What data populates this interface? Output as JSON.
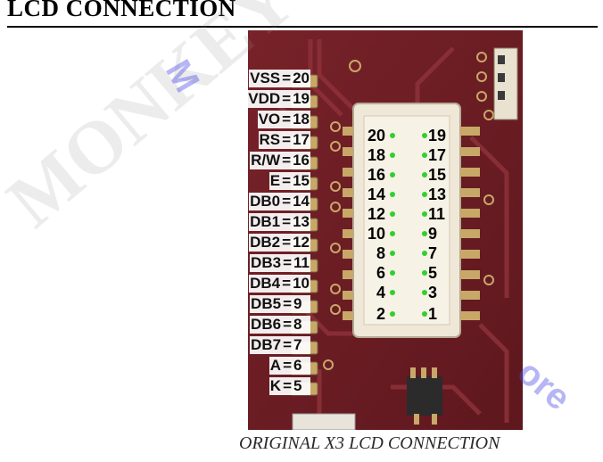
{
  "title": "LCD CONNECTION",
  "caption": "ORIGINAL X3 LCD CONNECTION",
  "pin_map": [
    {
      "signal": "VSS",
      "pin": "20"
    },
    {
      "signal": "VDD",
      "pin": "19"
    },
    {
      "signal": "VO",
      "pin": "18"
    },
    {
      "signal": "RS",
      "pin": "17"
    },
    {
      "signal": "R/W",
      "pin": "16"
    },
    {
      "signal": "E",
      "pin": "15"
    },
    {
      "signal": "DB0",
      "pin": "14"
    },
    {
      "signal": "DB1",
      "pin": "13"
    },
    {
      "signal": "DB2",
      "pin": "12"
    },
    {
      "signal": "DB3",
      "pin": "11"
    },
    {
      "signal": "DB4",
      "pin": "10"
    },
    {
      "signal": "DB5",
      "pin": "9"
    },
    {
      "signal": "DB6",
      "pin": "8"
    },
    {
      "signal": "DB7",
      "pin": "7"
    },
    {
      "signal": "A",
      "pin": "6"
    },
    {
      "signal": "K",
      "pin": "5"
    }
  ],
  "header_left": [
    "20",
    "18",
    "16",
    "14",
    "12",
    "10",
    "8",
    "6",
    "4",
    "2"
  ],
  "header_right": [
    "19",
    "17",
    "15",
    "13",
    "11",
    "9",
    "7",
    "5",
    "3",
    "1"
  ],
  "watermark": "MONKEY",
  "colors": {
    "pcb": "#6e1d24",
    "pcb_dark": "#4a1014",
    "header": "#efe8d8",
    "pin_dot": "#2ed12e",
    "gold": "#c8a868"
  }
}
